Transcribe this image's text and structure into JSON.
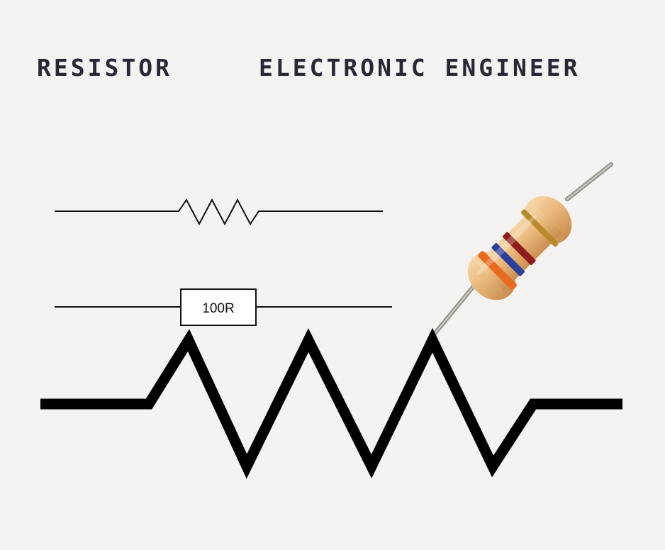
{
  "header": {
    "left_title": "RESISTOR",
    "right_title": "ELECTRONIC ENGINEER"
  },
  "symbols": {
    "box_resistor_label": "100R"
  },
  "colors": {
    "background": "#f4f3f2",
    "title_ink": "#2b2633",
    "line": "#111111",
    "resistor_body": "#e7b77a",
    "lead_wire": "#a8a49c",
    "band_1": "#e86a1f",
    "band_2": "#2b3f9e",
    "band_3": "#8f1d1d",
    "band_tolerance": "#b88a2e"
  }
}
